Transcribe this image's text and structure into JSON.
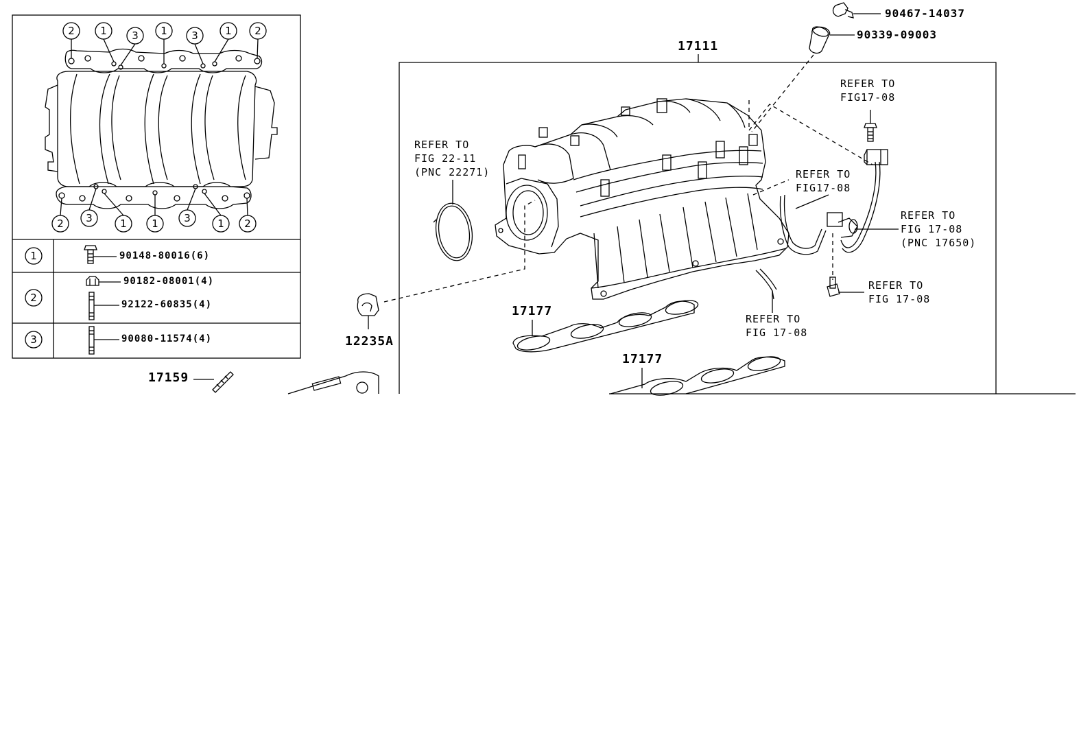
{
  "callout_numbers": {
    "top_row": [
      "2",
      "1",
      "3",
      "1",
      "3",
      "1",
      "2"
    ],
    "bottom_row": [
      "2",
      "3",
      "1",
      "1",
      "3",
      "1",
      "2"
    ]
  },
  "key_table": {
    "rows": [
      {
        "marker": "1",
        "parts": [
          "90148-80016(6)"
        ]
      },
      {
        "marker": "2",
        "parts": [
          "90182-08001(4)",
          "92122-60835(4)"
        ]
      },
      {
        "marker": "3",
        "parts": [
          "90080-11574(4)"
        ]
      }
    ]
  },
  "part_numbers": {
    "p90467": "90467-14037",
    "p90339": "90339-09003",
    "manifold": "17111",
    "gasket_a": "17177",
    "gasket_b": "17177",
    "stud": "17159",
    "vsv": "12235A"
  },
  "references": {
    "throttle": [
      "REFER TO",
      "FIG 22-11",
      "(PNC 22271)"
    ],
    "top_right": [
      "REFER TO",
      "FIG17-08"
    ],
    "hose_upper": [
      "REFER TO",
      "FIG17-08"
    ],
    "sensor_right": [
      "REFER TO",
      "FIG 17-08",
      "(PNC 17650)"
    ],
    "bolt_right": [
      "REFER TO",
      "FIG 17-08"
    ],
    "hose_lower": [
      "REFER TO",
      "FIG 17-08"
    ]
  }
}
